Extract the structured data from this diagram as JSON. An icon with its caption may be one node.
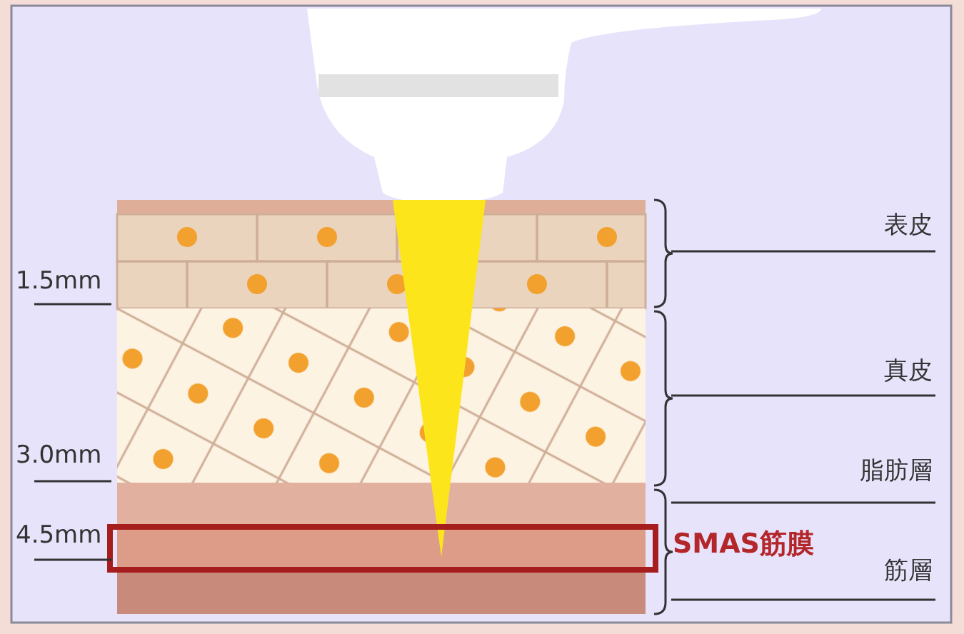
{
  "diagram": {
    "labels": [
      "表皮",
      "1.5mm",
      "真皮",
      "3.0mm",
      "脂肪層",
      "4.5mm",
      "SMAS筋膜",
      "筋層"
    ]
  }
}
